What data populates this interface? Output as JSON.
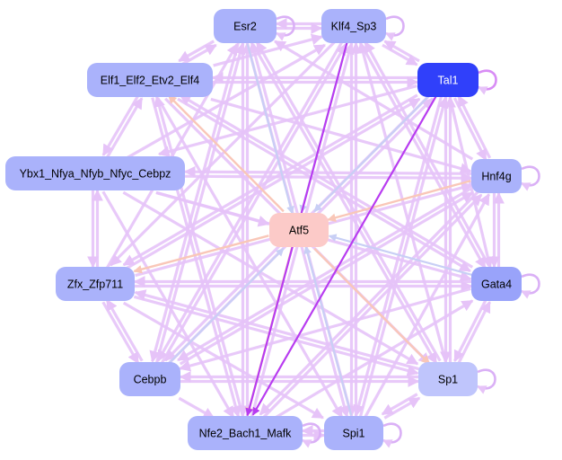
{
  "diagram": {
    "type": "directed-network",
    "center_node": "Atf5",
    "nodes": [
      {
        "id": "Esr2",
        "label": "Esr2",
        "fill": "#aab2fb",
        "text_color": "#000000"
      },
      {
        "id": "Klf4_Sp3",
        "label": "Klf4_Sp3",
        "fill": "#aab2fb",
        "text_color": "#000000"
      },
      {
        "id": "Tal1",
        "label": "Tal1",
        "fill": "#3040fa",
        "text_color": "#ffffff"
      },
      {
        "id": "Elf1_Elf2_Etv2_Elf4",
        "label": "Elf1_Elf2_Etv2_Elf4",
        "fill": "#aab2fb",
        "text_color": "#000000"
      },
      {
        "id": "Hnf4g",
        "label": "Hnf4g",
        "fill": "#aab2fb",
        "text_color": "#000000"
      },
      {
        "id": "Ybx1_Nfya_Nfyb_Nfyc_Cebpz",
        "label": "Ybx1_Nfya_Nfyb_Nfyc_Cebpz",
        "fill": "#aab2fb",
        "text_color": "#000000"
      },
      {
        "id": "Atf5",
        "label": "Atf5",
        "fill": "#fccac8",
        "text_color": "#000000"
      },
      {
        "id": "Gata4",
        "label": "Gata4",
        "fill": "#99a3fa",
        "text_color": "#000000"
      },
      {
        "id": "Zfx_Zfp711",
        "label": "Zfx_Zfp711",
        "fill": "#aab2fb",
        "text_color": "#000000"
      },
      {
        "id": "Cebpb",
        "label": "Cebpb",
        "fill": "#aab2fb",
        "text_color": "#000000"
      },
      {
        "id": "Sp1",
        "label": "Sp1",
        "fill": "#bfc5fc",
        "text_color": "#000000"
      },
      {
        "id": "Nfe2_Bach1_Mafk",
        "label": "Nfe2_Bach1_Mafk",
        "fill": "#aab2fb",
        "text_color": "#000000"
      },
      {
        "id": "Spi1",
        "label": "Spi1",
        "fill": "#aab2fb",
        "text_color": "#000000"
      }
    ],
    "edge_colors": {
      "default": "#e6c3f8",
      "strong": "#b83cf0",
      "blue": "#c8cff5",
      "salmon": "#f9c7b8"
    },
    "self_loops": [
      "Esr2",
      "Klf4_Sp3",
      "Tal1",
      "Hnf4g",
      "Gata4",
      "Sp1",
      "Nfe2_Bach1_Mafk",
      "Spi1"
    ],
    "edges": [
      {
        "from": "Esr2",
        "to": "Klf4_Sp3",
        "style": "default"
      },
      {
        "from": "Klf4_Sp3",
        "to": "Esr2",
        "style": "default"
      },
      {
        "from": "Klf4_Sp3",
        "to": "Tal1",
        "style": "default"
      },
      {
        "from": "Tal1",
        "to": "Klf4_Sp3",
        "style": "default"
      },
      {
        "from": "Esr2",
        "to": "Elf1_Elf2_Etv2_Elf4",
        "style": "default"
      },
      {
        "from": "Elf1_Elf2_Etv2_Elf4",
        "to": "Esr2",
        "style": "default"
      },
      {
        "from": "Elf1_Elf2_Etv2_Elf4",
        "to": "Ybx1_Nfya_Nfyb_Nfyc_Cebpz",
        "style": "default"
      },
      {
        "from": "Ybx1_Nfya_Nfyb_Nfyc_Cebpz",
        "to": "Elf1_Elf2_Etv2_Elf4",
        "style": "default"
      },
      {
        "from": "Ybx1_Nfya_Nfyb_Nfyc_Cebpz",
        "to": "Zfx_Zfp711",
        "style": "default"
      },
      {
        "from": "Zfx_Zfp711",
        "to": "Ybx1_Nfya_Nfyb_Nfyc_Cebpz",
        "style": "default"
      },
      {
        "from": "Zfx_Zfp711",
        "to": "Cebpb",
        "style": "default"
      },
      {
        "from": "Cebpb",
        "to": "Zfx_Zfp711",
        "style": "default"
      },
      {
        "from": "Cebpb",
        "to": "Nfe2_Bach1_Mafk",
        "style": "default"
      },
      {
        "from": "Nfe2_Bach1_Mafk",
        "to": "Spi1",
        "style": "default"
      },
      {
        "from": "Spi1",
        "to": "Nfe2_Bach1_Mafk",
        "style": "default"
      },
      {
        "from": "Spi1",
        "to": "Sp1",
        "style": "default"
      },
      {
        "from": "Sp1",
        "to": "Spi1",
        "style": "default"
      },
      {
        "from": "Sp1",
        "to": "Gata4",
        "style": "default"
      },
      {
        "from": "Gata4",
        "to": "Sp1",
        "style": "default"
      },
      {
        "from": "Gata4",
        "to": "Hnf4g",
        "style": "default"
      },
      {
        "from": "Hnf4g",
        "to": "Gata4",
        "style": "default"
      },
      {
        "from": "Hnf4g",
        "to": "Tal1",
        "style": "default"
      },
      {
        "from": "Tal1",
        "to": "Hnf4g",
        "style": "default"
      },
      {
        "from": "Tal1",
        "to": "Nfe2_Bach1_Mafk",
        "style": "strong"
      },
      {
        "from": "Klf4_Sp3",
        "to": "Nfe2_Bach1_Mafk",
        "style": "strong"
      },
      {
        "from": "Atf5",
        "to": "Elf1_Elf2_Etv2_Elf4",
        "style": "salmon"
      },
      {
        "from": "Atf5",
        "to": "Zfx_Zfp711",
        "style": "salmon"
      },
      {
        "from": "Atf5",
        "to": "Sp1",
        "style": "salmon"
      },
      {
        "from": "Atf5",
        "to": "Nfe2_Bach1_Mafk",
        "style": "salmon"
      },
      {
        "from": "Hnf4g",
        "to": "Atf5",
        "style": "salmon"
      },
      {
        "from": "Esr2",
        "to": "Atf5",
        "style": "blue"
      },
      {
        "from": "Klf4_Sp3",
        "to": "Atf5",
        "style": "blue"
      },
      {
        "from": "Tal1",
        "to": "Atf5",
        "style": "blue"
      },
      {
        "from": "Gata4",
        "to": "Atf5",
        "style": "blue"
      },
      {
        "from": "Spi1",
        "to": "Atf5",
        "style": "blue"
      },
      {
        "from": "Cebpb",
        "to": "Atf5",
        "style": "blue"
      },
      {
        "from": "Ybx1_Nfya_Nfyb_Nfyc_Cebpz",
        "to": "Atf5",
        "style": "default"
      },
      {
        "from": "Elf1_Elf2_Etv2_Elf4",
        "to": "Hnf4g",
        "style": "default"
      },
      {
        "from": "Ybx1_Nfya_Nfyb_Nfyc_Cebpz",
        "to": "Hnf4g",
        "style": "default"
      },
      {
        "from": "Ybx1_Nfya_Nfyb_Nfyc_Cebpz",
        "to": "Gata4",
        "style": "default"
      },
      {
        "from": "Zfx_Zfp711",
        "to": "Gata4",
        "style": "default"
      },
      {
        "from": "Zfx_Zfp711",
        "to": "Hnf4g",
        "style": "default"
      },
      {
        "from": "Elf1_Elf2_Etv2_Elf4",
        "to": "Sp1",
        "style": "default"
      },
      {
        "from": "Elf1_Elf2_Etv2_Elf4",
        "to": "Gata4",
        "style": "default"
      },
      {
        "from": "Esr2",
        "to": "Spi1",
        "style": "default"
      },
      {
        "from": "Esr2",
        "to": "Nfe2_Bach1_Mafk",
        "style": "default"
      },
      {
        "from": "Esr2",
        "to": "Sp1",
        "style": "default"
      },
      {
        "from": "Esr2",
        "to": "Cebpb",
        "style": "default"
      },
      {
        "from": "Klf4_Sp3",
        "to": "Spi1",
        "style": "default"
      },
      {
        "from": "Klf4_Sp3",
        "to": "Cebpb",
        "style": "default"
      },
      {
        "from": "Klf4_Sp3",
        "to": "Zfx_Zfp711",
        "style": "default"
      },
      {
        "from": "Klf4_Sp3",
        "to": "Gata4",
        "style": "default"
      },
      {
        "from": "Tal1",
        "to": "Cebpb",
        "style": "default"
      },
      {
        "from": "Tal1",
        "to": "Zfx_Zfp711",
        "style": "default"
      },
      {
        "from": "Tal1",
        "to": "Ybx1_Nfya_Nfyb_Nfyc_Cebpz",
        "style": "default"
      },
      {
        "from": "Tal1",
        "to": "Elf1_Elf2_Etv2_Elf4",
        "style": "default"
      },
      {
        "from": "Tal1",
        "to": "Spi1",
        "style": "default"
      },
      {
        "from": "Tal1",
        "to": "Sp1",
        "style": "default"
      },
      {
        "from": "Tal1",
        "to": "Gata4",
        "style": "default"
      },
      {
        "from": "Hnf4g",
        "to": "Cebpb",
        "style": "default"
      },
      {
        "from": "Hnf4g",
        "to": "Nfe2_Bach1_Mafk",
        "style": "default"
      },
      {
        "from": "Hnf4g",
        "to": "Esr2",
        "style": "default"
      },
      {
        "from": "Hnf4g",
        "to": "Ybx1_Nfya_Nfyb_Nfyc_Cebpz",
        "style": "default"
      },
      {
        "from": "Gata4",
        "to": "Cebpb",
        "style": "default"
      },
      {
        "from": "Gata4",
        "to": "Elf1_Elf2_Etv2_Elf4",
        "style": "default"
      },
      {
        "from": "Gata4",
        "to": "Klf4_Sp3",
        "style": "default"
      },
      {
        "from": "Gata4",
        "to": "Zfx_Zfp711",
        "style": "default"
      },
      {
        "from": "Sp1",
        "to": "Klf4_Sp3",
        "style": "default"
      },
      {
        "from": "Sp1",
        "to": "Esr2",
        "style": "default"
      },
      {
        "from": "Sp1",
        "to": "Tal1",
        "style": "default"
      },
      {
        "from": "Sp1",
        "to": "Cebpb",
        "style": "default"
      },
      {
        "from": "Sp1",
        "to": "Zfx_Zfp711",
        "style": "default"
      },
      {
        "from": "Spi1",
        "to": "Klf4_Sp3",
        "style": "default"
      },
      {
        "from": "Spi1",
        "to": "Esr2",
        "style": "default"
      },
      {
        "from": "Spi1",
        "to": "Tal1",
        "style": "default"
      },
      {
        "from": "Spi1",
        "to": "Hnf4g",
        "style": "default"
      },
      {
        "from": "Nfe2_Bach1_Mafk",
        "to": "Esr2",
        "style": "default"
      },
      {
        "from": "Nfe2_Bach1_Mafk",
        "to": "Klf4_Sp3",
        "style": "default"
      },
      {
        "from": "Nfe2_Bach1_Mafk",
        "to": "Elf1_Elf2_Etv2_Elf4",
        "style": "default"
      },
      {
        "from": "Nfe2_Bach1_Mafk",
        "to": "Hnf4g",
        "style": "default"
      },
      {
        "from": "Nfe2_Bach1_Mafk",
        "to": "Gata4",
        "style": "default"
      },
      {
        "from": "Cebpb",
        "to": "Esr2",
        "style": "default"
      },
      {
        "from": "Cebpb",
        "to": "Klf4_Sp3",
        "style": "default"
      },
      {
        "from": "Cebpb",
        "to": "Tal1",
        "style": "default"
      },
      {
        "from": "Cebpb",
        "to": "Hnf4g",
        "style": "default"
      },
      {
        "from": "Cebpb",
        "to": "Sp1",
        "style": "default"
      },
      {
        "from": "Zfx_Zfp711",
        "to": "Esr2",
        "style": "default"
      },
      {
        "from": "Zfx_Zfp711",
        "to": "Tal1",
        "style": "default"
      },
      {
        "from": "Zfx_Zfp711",
        "to": "Sp1",
        "style": "default"
      },
      {
        "from": "Zfx_Zfp711",
        "to": "Spi1",
        "style": "default"
      },
      {
        "from": "Ybx1_Nfya_Nfyb_Nfyc_Cebpz",
        "to": "Klf4_Sp3",
        "style": "default"
      },
      {
        "from": "Ybx1_Nfya_Nfyb_Nfyc_Cebpz",
        "to": "Sp1",
        "style": "default"
      },
      {
        "from": "Ybx1_Nfya_Nfyb_Nfyc_Cebpz",
        "to": "Nfe2_Bach1_Mafk",
        "style": "default"
      },
      {
        "from": "Elf1_Elf2_Etv2_Elf4",
        "to": "Klf4_Sp3",
        "style": "default"
      },
      {
        "from": "Elf1_Elf2_Etv2_Elf4",
        "to": "Tal1",
        "style": "default"
      },
      {
        "from": "Elf1_Elf2_Etv2_Elf4",
        "to": "Spi1",
        "style": "default"
      },
      {
        "from": "Elf1_Elf2_Etv2_Elf4",
        "to": "Nfe2_Bach1_Mafk",
        "style": "default"
      }
    ]
  }
}
